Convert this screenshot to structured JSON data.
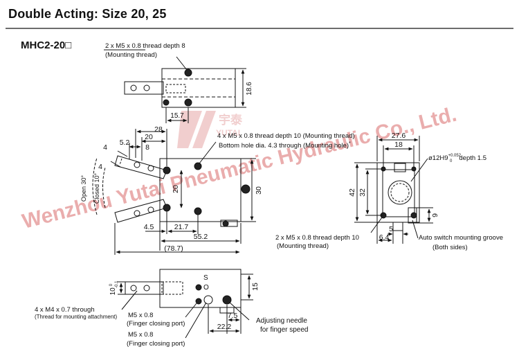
{
  "title": "Double Acting: Size 20, 25",
  "model": "MHC2-20□",
  "colors": {
    "line": "#111111",
    "rule": "#6d6d6d",
    "watermark": "#d96b6b",
    "logo": "#e6a7a7"
  },
  "watermark": {
    "company": "Wenzhou Yutai Pneumatic Hydraulic Co., Ltd.",
    "logo_cn": "宇泰",
    "logo_en": "YUTAI"
  },
  "top_view": {
    "note1": "2 x M5 x 0.8 thread depth 8",
    "note2": "(Mounting thread)",
    "dim_height": "18.6",
    "dim_width": "15.7"
  },
  "front_view": {
    "note1": "4 x M5 x 0.8 thread depth 10 (Mounting thread)",
    "note2": "Bottom hole dia. 4.3 through (Mounting hole)",
    "note2_mark": "*",
    "dim_28": "28",
    "dim_20_top": "20",
    "dim_5_2": "5.2",
    "dim_8": "8",
    "dim_4a": "4",
    "dim_4b": "4",
    "dim_20_side": "20",
    "dim_30": "30",
    "dim_4_5": "4.5",
    "dim_21_7": "21.7",
    "dim_55_2": "55.2",
    "dim_78_7": "(78.7)",
    "open_label": "Open 30°",
    "closed_label": "Closed 10°"
  },
  "side_view": {
    "dim_27_6": "27.6",
    "dim_18": "18",
    "bore_note": "ø12H9",
    "bore_tol_upper": "+0.052",
    "bore_tol_lower": "0",
    "bore_depth": "depth 1.5",
    "dim_42": "42",
    "dim_32": "32",
    "dim_9": "9",
    "dim_5": "5",
    "dim_6_4": "6.4",
    "thread_note1": "2 x M5 x 0.8 thread depth 10",
    "thread_note2": "(Mounting thread)",
    "groove_note1": "Auto switch mounting groove",
    "groove_note2": "(Both sides)"
  },
  "bottom_view": {
    "dim_10_label": "10",
    "dim_10_tol_upper": "0",
    "dim_10_tol_lower": "-0.1",
    "dim_15": "15",
    "port_s": "S",
    "port_o": "O",
    "thru_note1": "4 x M4 x 0.7 through",
    "thru_note2": "(Thread for mounting attachment)",
    "m5_a": "M5 x 0.8",
    "m5_a_note": "(Finger closing port)",
    "m5_b": "M5 x 0.8",
    "m5_b_note": "(Finger closing port)",
    "dim_7_5": "7.5",
    "dim_22_2": "22.2",
    "needle_note1": "Adjusting needle",
    "needle_note2": "for finger speed"
  }
}
